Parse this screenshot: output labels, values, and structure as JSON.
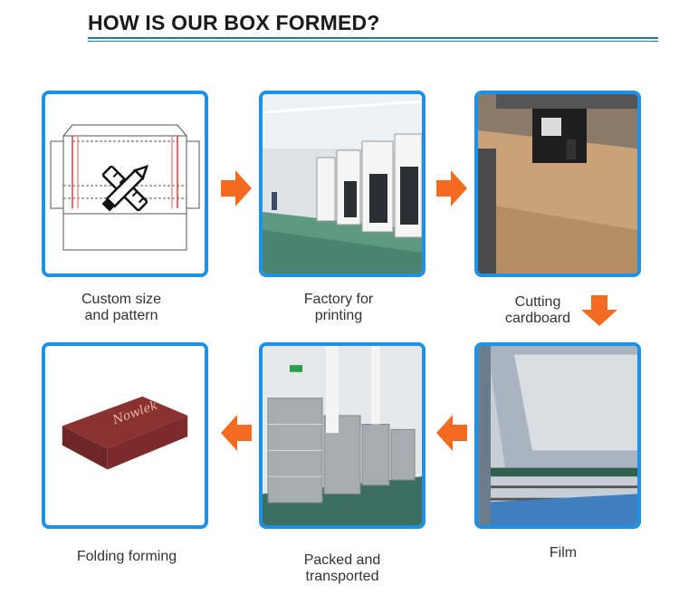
{
  "title": "HOW IS OUR BOX FORMED?",
  "steps": [
    {
      "line1": "Custom size",
      "line2": "and pattern",
      "icon": "ruler-pencil-icon"
    },
    {
      "line1": "Factory for",
      "line2": "printing",
      "icon": "factory-photo"
    },
    {
      "line1": "Cutting",
      "line2": "cardboard",
      "icon": "cutter-photo"
    },
    {
      "line1": "Film",
      "line2": "",
      "icon": "film-photo"
    },
    {
      "line1": "Packed and",
      "line2": "transported",
      "icon": "warehouse-photo"
    },
    {
      "line1": "Folding forming",
      "line2": "",
      "icon": "box-photo"
    }
  ],
  "box_brand": "Nowlek",
  "colors": {
    "accent": "#1e90e6",
    "arrow": "#f26b21",
    "title_rule": "#1f77b4",
    "box": "#7b2b2b"
  }
}
